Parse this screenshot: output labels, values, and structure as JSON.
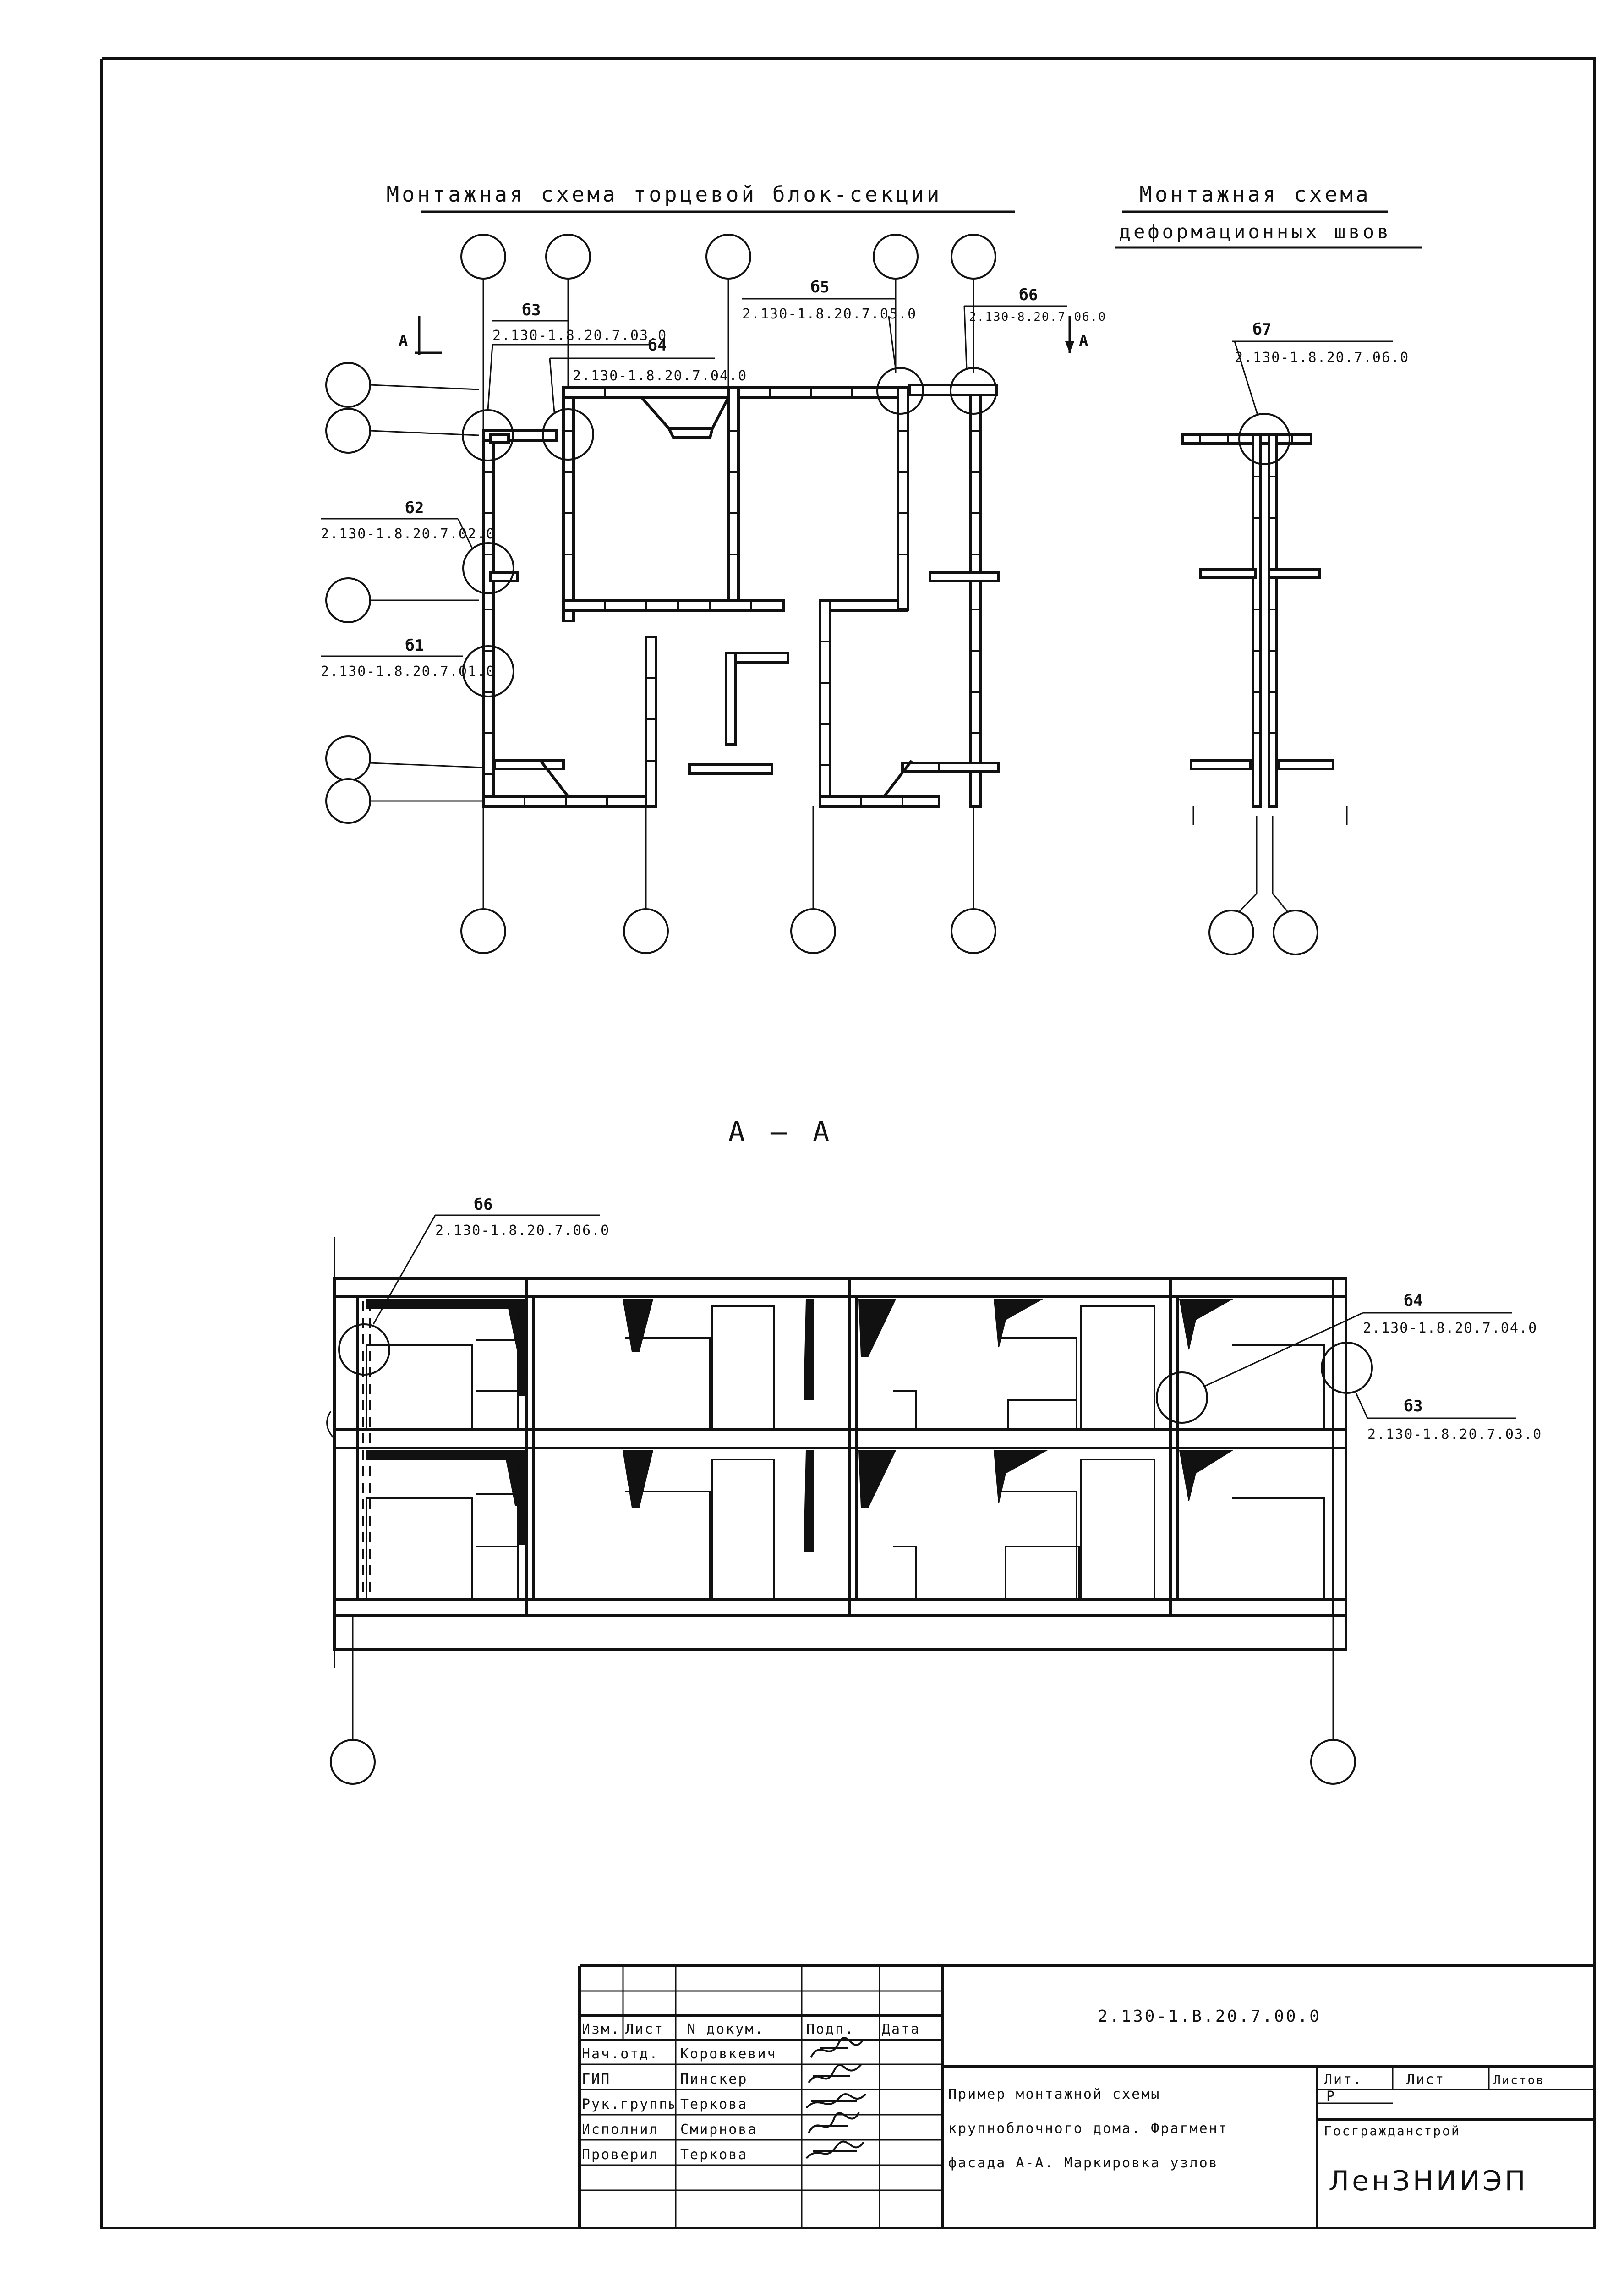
{
  "titles": {
    "end_section": "Монтажная схема торцевой блок-секции",
    "deformation_line1": "Монтажная схема",
    "deformation_line2": "деформационных швов",
    "section": "А — А"
  },
  "cut_markers": {
    "left": "А",
    "right": "А"
  },
  "node_marks": {
    "b1": {
      "num": "б1",
      "code": "2.130-1.8.20.7.01.0"
    },
    "b2": {
      "num": "б2",
      "code": "2.130-1.8.20.7.02.0"
    },
    "b3": {
      "num": "б3",
      "code": "2.130-1.8.20.7.03.0"
    },
    "b4": {
      "num": "б4",
      "code": "2.130-1.8.20.7.04.0"
    },
    "b5": {
      "num": "б5",
      "code": "2.130-1.8.20.7.05.0"
    },
    "b6": {
      "num": "б6",
      "code": "2.130-8.20.7.06.0"
    },
    "b7": {
      "num": "б7",
      "code": "2.130-1.8.20.7.06.0"
    },
    "b6_section": {
      "num": "б6",
      "code": "2.130-1.8.20.7.06.0"
    },
    "b4_section": {
      "num": "б4",
      "code": "2.130-1.8.20.7.04.0"
    },
    "b3_section": {
      "num": "б3",
      "code": "2.130-1.8.20.7.03.0"
    }
  },
  "title_block": {
    "designation": "2.130-1.В.20.7.00.0",
    "headers": {
      "izm": "Изм.",
      "list": "Лист",
      "doc": "N докум.",
      "sign": "Подп.",
      "date": "Дата"
    },
    "roles": [
      {
        "role": "Нач.отд.",
        "name": "Коровкевич"
      },
      {
        "role": "ГИП",
        "name": "Пинскер"
      },
      {
        "role": "Рук.группы",
        "name": "Теркова"
      },
      {
        "role": "Исполнил",
        "name": "Смирнова"
      },
      {
        "role": "Проверил",
        "name": "Теркова"
      }
    ],
    "description": [
      "Пример монтажной схемы",
      "крупноблочного дома. Фрагмент",
      "фасада А-А. Маркировка узлов"
    ],
    "stage_header": "Лит.",
    "sheet_header": "Лист",
    "sheets_header": "Листов",
    "stage": "Р",
    "organization_top": "Госгражданстрой",
    "organization": "ЛенЗНИИЭП"
  }
}
